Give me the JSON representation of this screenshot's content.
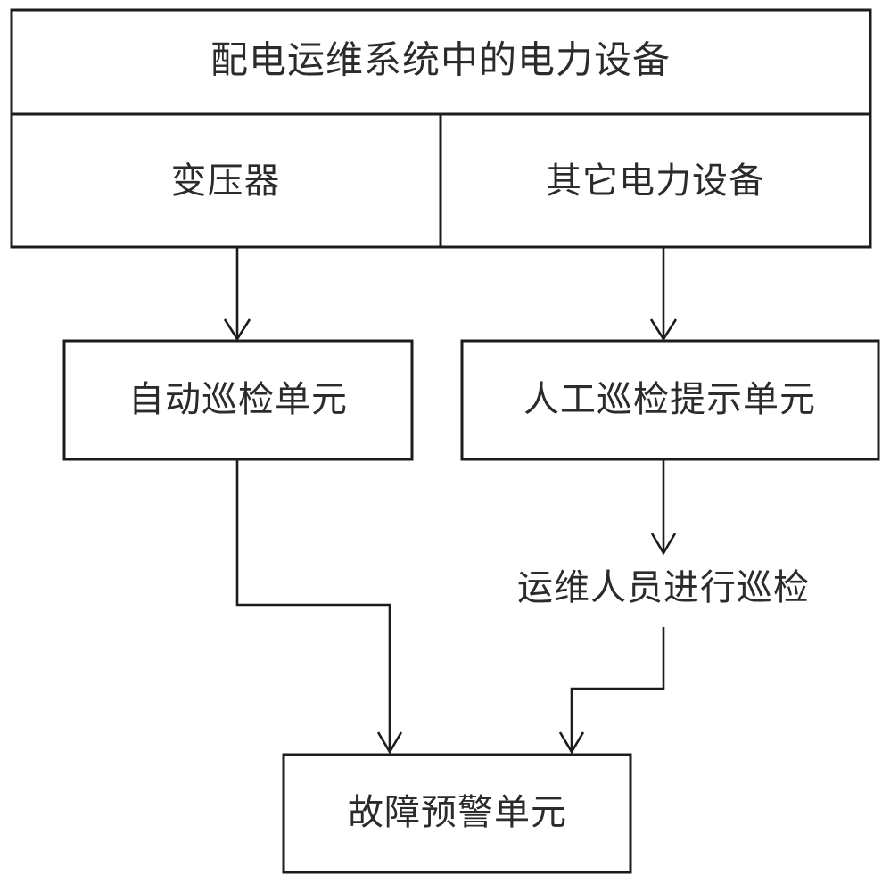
{
  "diagram": {
    "type": "flowchart",
    "title_node": {
      "id": "power-equipment",
      "label": "配电运维系统中的电力设备"
    },
    "equipment_row": [
      {
        "id": "transformer",
        "label": "变压器"
      },
      {
        "id": "other-equipment",
        "label": "其它电力设备"
      }
    ],
    "unit_row": [
      {
        "id": "auto-inspection-unit",
        "label": "自动巡检单元"
      },
      {
        "id": "manual-inspection-prompt-unit",
        "label": "人工巡检提示单元"
      }
    ],
    "plain_step": {
      "id": "ops-personnel-inspection",
      "label": "运维人员进行巡检"
    },
    "terminal_node": {
      "id": "fault-warning-unit",
      "label": "故障预警单元"
    },
    "edges": [
      {
        "from": "transformer",
        "to": "auto-inspection-unit"
      },
      {
        "from": "other-equipment",
        "to": "manual-inspection-prompt-unit"
      },
      {
        "from": "manual-inspection-prompt-unit",
        "to": "ops-personnel-inspection"
      },
      {
        "from": "auto-inspection-unit",
        "to": "fault-warning-unit"
      },
      {
        "from": "ops-personnel-inspection",
        "to": "fault-warning-unit"
      }
    ],
    "colors": {
      "stroke": "#1c1c1c",
      "fill": "#ffffff",
      "text": "#2b2b2b"
    }
  }
}
